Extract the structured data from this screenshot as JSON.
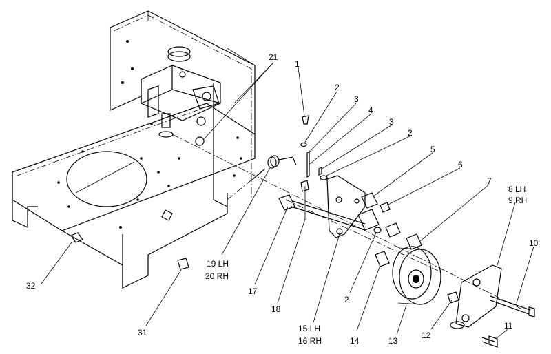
{
  "callouts": {
    "c1": "1",
    "c2a": "2",
    "c3a": "3",
    "c4": "4",
    "c3b": "3",
    "c2b": "2",
    "c5": "5",
    "c6": "6",
    "c7": "7",
    "c8": "8 LH",
    "c9": "9 RH",
    "c10": "10",
    "c11": "11",
    "c12": "12",
    "c13": "13",
    "c14": "14",
    "c15": "15 LH",
    "c16": "16 RH",
    "c2c": "2",
    "c17": "17",
    "c18": "18",
    "c19": "19 LH",
    "c20": "20 RH",
    "c21": "21",
    "c31": "31",
    "c32": "32"
  }
}
